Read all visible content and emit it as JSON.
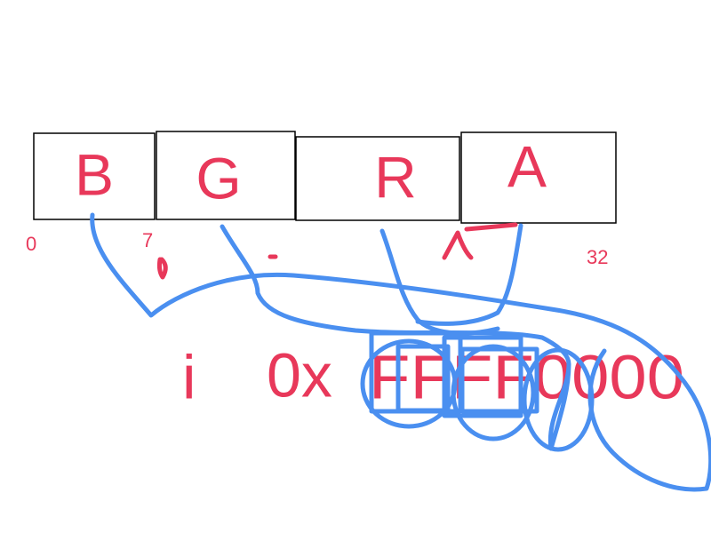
{
  "colors": {
    "ink": "#e8385a",
    "wire": "#4a8ff0",
    "box_border": "#000000"
  },
  "channels": [
    {
      "label": "B"
    },
    {
      "label": "G"
    },
    {
      "label": "R"
    },
    {
      "label": "A"
    }
  ],
  "bit_marks": {
    "start": "0",
    "first": "7",
    "end": "32"
  },
  "value": {
    "index": "i",
    "prefix": "0x",
    "digits": "FFFF0000"
  }
}
